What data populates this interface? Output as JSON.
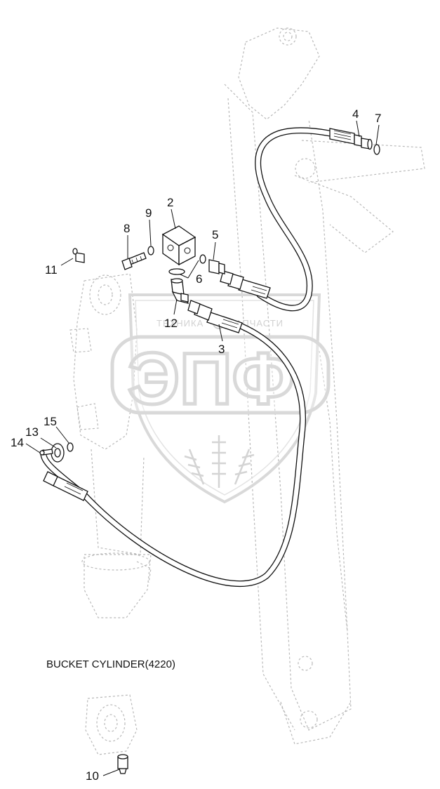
{
  "diagram": {
    "caption": "BUCKET CYLINDER(4220)",
    "callouts": [
      {
        "id": "c1",
        "label": "2"
      },
      {
        "id": "c2",
        "label": "3"
      },
      {
        "id": "c3",
        "label": "4"
      },
      {
        "id": "c4",
        "label": "5"
      },
      {
        "id": "c5",
        "label": "6"
      },
      {
        "id": "c6",
        "label": "7"
      },
      {
        "id": "c7",
        "label": "8"
      },
      {
        "id": "c8",
        "label": "9"
      },
      {
        "id": "c9",
        "label": "10"
      },
      {
        "id": "c10",
        "label": "11"
      },
      {
        "id": "c11",
        "label": "12"
      },
      {
        "id": "c12",
        "label": "13"
      },
      {
        "id": "c13",
        "label": "14"
      },
      {
        "id": "c14",
        "label": "15"
      }
    ]
  },
  "watermark": {
    "left_text": "ТЕХНИКА",
    "right_text": "ЗАПЧАСТИ",
    "logo_text": "ЭПФ",
    "color": "#d8d8d8"
  }
}
